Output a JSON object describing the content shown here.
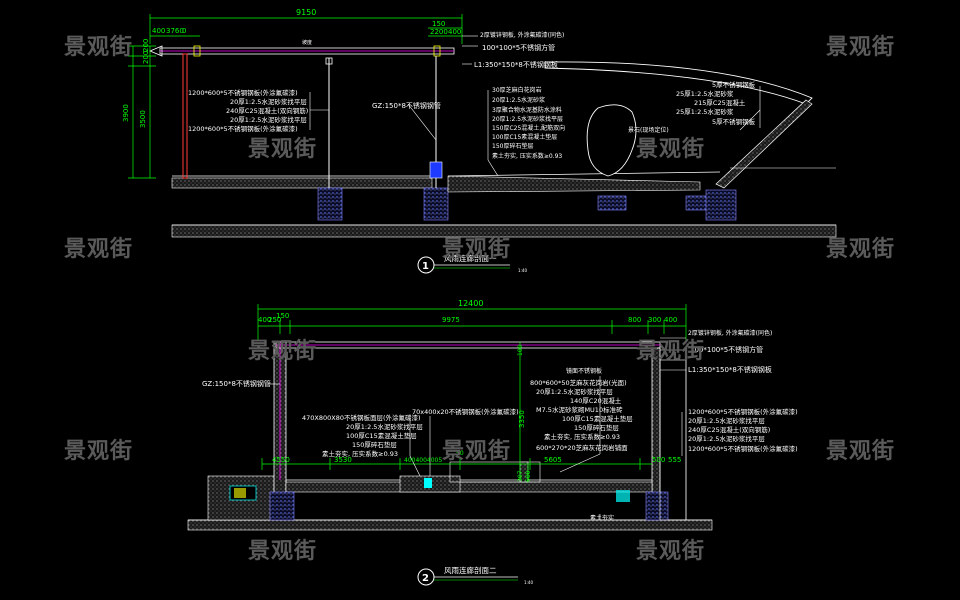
{
  "watermark": "景观街",
  "colors": {
    "background": "#000000",
    "green": "#00ff00",
    "white": "#ffffff",
    "magenta": "#ff00ff",
    "cyan": "#00ffff",
    "red": "#ff3b3b",
    "grey": "#9a9a9a",
    "yellow": "#ffff00"
  },
  "section1": {
    "number": "1",
    "title": "风雨连廊剖面一",
    "scale": "1:40",
    "dims": {
      "overall": "9150",
      "left_small_a": "400",
      "left_small_b": "3760",
      "left_small_c": "0",
      "right_150": "150",
      "right_a": "2200",
      "right_b": "400",
      "h_200a": "200",
      "h_200b": "200",
      "h_3900": "3900",
      "h_3500": "3500"
    },
    "slope_label": "坡度",
    "roof_notes": [
      "2厚镀锌钢板, 外涂氟碳漆(同色)",
      "100*100*5不锈钢方管",
      "L1:350*150*8不锈钢钢板"
    ],
    "column_note": "GZ:150*8不锈钢钢管",
    "wall_notes": [
      "1200*600*5不锈钢钢板(外涂氟碳漆)",
      "20厚1:2.5水泥砂浆找平层",
      "240厚C25混凝土(双向钢筋)",
      "20厚1:2.5水泥砂浆找平层",
      "1200*600*5不锈钢钢板(外涂氟碳漆)"
    ],
    "floor_notes": [
      "30厚芝麻白花岗岩",
      "20厚1:2.5水泥砂浆",
      "3厚聚合物水泥基防水涂料",
      "20厚1:2.5水泥砂浆找平层",
      "150厚C25混凝土,配筋双向",
      "100厚C15素混凝土垫层",
      "150厚碎石垫层",
      "素土夯实, 压实系数≥0.93"
    ],
    "rock_label": "景石(现场定位)",
    "right_notes": [
      "5厚不锈钢钢板",
      "25厚1:2.5水泥砂浆",
      "215厚C25混凝土",
      "25厚1:2.5水泥砂浆",
      "5厚不锈钢钢板"
    ]
  },
  "section2": {
    "number": "2",
    "title": "风雨连廊剖面二",
    "scale": "1:40",
    "dims": {
      "overall": "12400",
      "d400": "400",
      "d250": "250",
      "d150": "150",
      "d9975": "9975",
      "d800": "800",
      "d300": "300",
      "d400b": "400",
      "d100": "100",
      "d3350": "3350",
      "d307": "307",
      "d500": "500",
      "d4550": "4550",
      "d3530": "3530",
      "d4004004": "4004004005",
      "d5605": "5605",
      "d500b": "500",
      "d555": "555",
      "d100b": "100",
      "d50": "50"
    },
    "roof_notes": [
      "2厚镀锌钢板, 外涂氟碳漆(同色)",
      "100*100*5不锈钢方管",
      "L1:350*150*8不锈钢钢板"
    ],
    "column_note": "GZ:150*8不锈钢钢管",
    "left_notes": [
      "470X800X80不锈钢板面层(外涂氟碳漆)",
      "20厚1:2.5水泥砂浆找平层",
      "100厚C15素混凝土垫层",
      "150厚碎石垫层",
      "素土夯实, 压实系数≥0.93"
    ],
    "mid_note": "70x400x20不锈钢钢板(外涂氟碳漆)",
    "center_notes": [
      "镜面不锈钢板",
      "800*600*50芝麻灰花岗岩(光面)",
      "20厚1:2.5水泥砂浆找平层",
      "140厚C20混凝土",
      "M7.5水泥砂浆砌MU10标准砖",
      "100厚C15素混凝土垫层",
      "150厚碎石垫层",
      "素土夯实, 压实系数≥0.93",
      "600*270*20芝麻灰花岗岩铺面"
    ],
    "right_notes": [
      "1200*600*5不锈钢钢板(外涂氟碳漆)",
      "20厚1:2.5水泥砂浆找平层",
      "240厚C25混凝土(双向钢筋)",
      "20厚1:2.5水泥砂浆找平层",
      "1200*600*5不锈钢钢板(外涂氟碳漆)"
    ],
    "bottom_note": "素土夯实"
  }
}
